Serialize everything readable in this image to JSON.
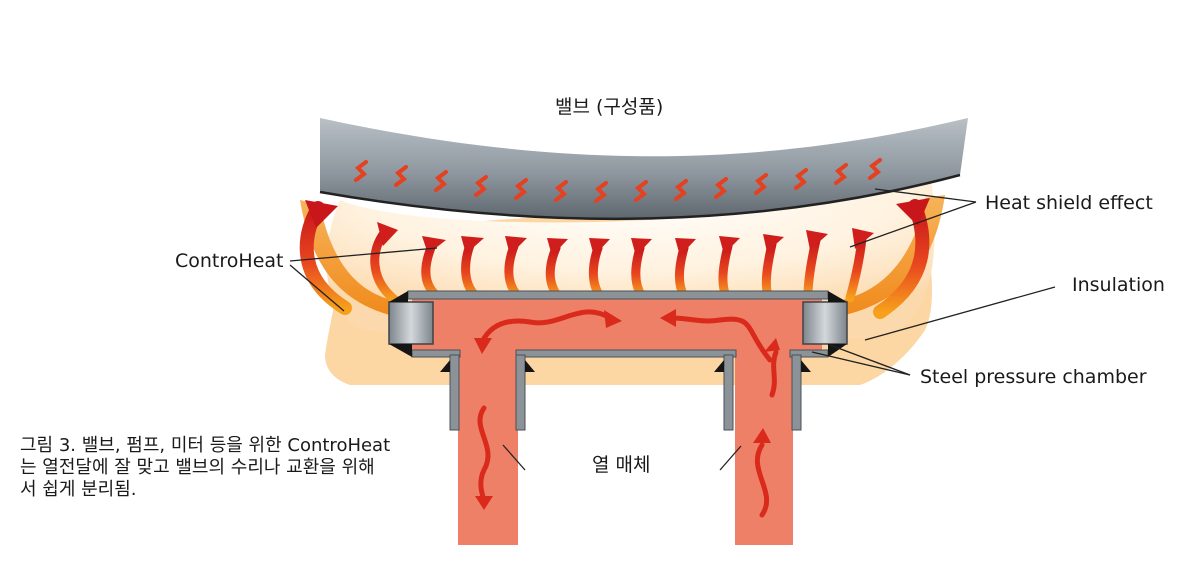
{
  "labels": {
    "valve": "밸브 (구성품)",
    "heat_shield": "Heat shield effect",
    "controheat": "ControHeat",
    "insulation": "Insulation",
    "steel_chamber": "Steel pressure chamber",
    "heat_medium": "열 매체"
  },
  "caption": [
    "그림 3. 밸브, 펌프, 미터 등을 위한 ControHeat",
    "는 열전달에 잘 맞고 밸브의 수리나 교환을 위해",
    "서 쉽게 분리됨."
  ],
  "colors": {
    "valve_gray": "#8e979f",
    "insulation": "#fcd8a8",
    "controheat_orange": "#f39a2b",
    "heat_medium": "#ee8068",
    "steel": "#8b9399",
    "arrow_red": "#d92a1c"
  }
}
